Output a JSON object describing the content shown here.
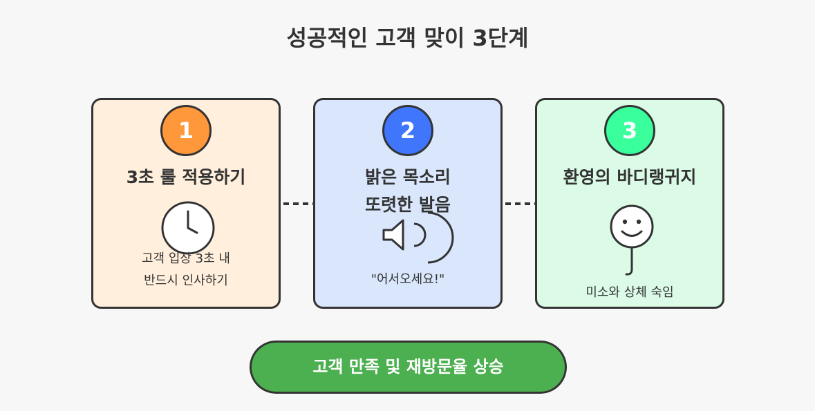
{
  "title": "성공적인 고객 맞이 3단계",
  "colors": {
    "step1_fill": "#ff973b",
    "step2_fill": "#3f76fc",
    "step3_fill": "#39ff9d",
    "result_fill": "#4caf50",
    "outline": "#333333"
  },
  "steps": [
    {
      "number": "1",
      "title_lines": [
        "3초 룰 적용하기"
      ],
      "icon": "clock-icon",
      "desc_lines": [
        "고객 입장 3초 내",
        "반드시 인사하기"
      ]
    },
    {
      "number": "2",
      "title_lines": [
        "밝은 목소리",
        "또렷한 발음"
      ],
      "icon": "speaker-icon",
      "desc_lines": [
        "\"어서오세요!\""
      ]
    },
    {
      "number": "3",
      "title_lines": [
        "환영의 바디랭귀지"
      ],
      "icon": "smiley-icon",
      "desc_lines": [
        "미소와 상체 숙임"
      ]
    }
  ],
  "result": "고객 만족 및 재방문율 상승"
}
